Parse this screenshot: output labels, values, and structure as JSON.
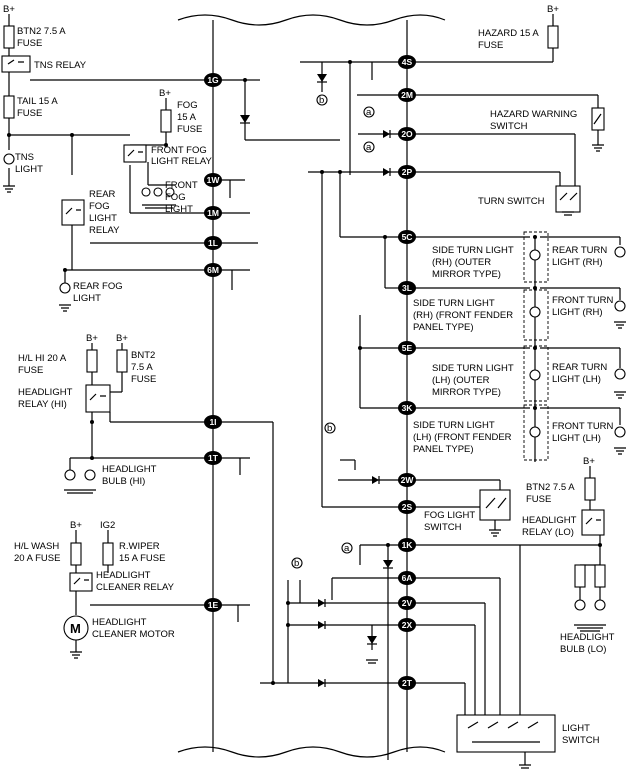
{
  "labels": {
    "bplus": "B+",
    "ig2": "IG2",
    "btn2_fuse": [
      "BTN2 7.5 A",
      "FUSE"
    ],
    "tns_relay": "TNS RELAY",
    "tail_fuse": [
      "TAIL 15 A",
      "FUSE"
    ],
    "tns_light": [
      "TNS",
      "LIGHT"
    ],
    "fog_fuse": [
      "FOG",
      "15 A",
      "FUSE"
    ],
    "front_fog_relay": [
      "FRONT FOG",
      "LIGHT RELAY"
    ],
    "front_fog_light": [
      "FRONT",
      "FOG",
      "LIGHT"
    ],
    "rear_fog_relay": [
      "REAR",
      "FOG",
      "LIGHT",
      "RELAY"
    ],
    "rear_fog_light": [
      "REAR FOG",
      "LIGHT"
    ],
    "hl_hi_fuse": [
      "H/L HI 20 A",
      "FUSE"
    ],
    "bnt2_fuse": [
      "BNT2",
      "7.5 A",
      "FUSE"
    ],
    "headlight_relay_hi": [
      "HEADLIGHT",
      "RELAY (HI)"
    ],
    "headlight_bulb_hi": [
      "HEADLIGHT",
      "BULB (HI)"
    ],
    "hl_wash_fuse": [
      "H/L WASH",
      "20 A FUSE"
    ],
    "rwiper_fuse": [
      "R.WIPER",
      "15 A FUSE"
    ],
    "headlight_cleaner_relay": [
      "HEADLIGHT",
      "CLEANER RELAY"
    ],
    "headlight_cleaner_motor": [
      "HEADLIGHT",
      "CLEANER MOTOR"
    ],
    "motor_symbol": "M",
    "hazard_fuse": [
      "HAZARD 15 A",
      "FUSE"
    ],
    "hazard_switch": [
      "HAZARD WARNING",
      "SWITCH"
    ],
    "turn_switch": "TURN SWITCH",
    "side_rh_outer": [
      "SIDE TURN LIGHT",
      "(RH) (OUTER",
      "MIRROR TYPE)"
    ],
    "rear_turn_rh": [
      "REAR TURN",
      "LIGHT (RH)"
    ],
    "side_rh_fender": [
      "SIDE TURN LIGHT",
      "(RH) (FRONT FENDER",
      "PANEL TYPE)"
    ],
    "front_turn_rh": [
      "FRONT TURN",
      "LIGHT (RH)"
    ],
    "side_lh_outer": [
      "SIDE TURN LIGHT",
      "(LH) (OUTER",
      "MIRROR TYPE)"
    ],
    "rear_turn_lh": [
      "REAR TURN",
      "LIGHT (LH)"
    ],
    "side_lh_fender": [
      "SIDE TURN LIGHT",
      "(LH) (FRONT FENDER",
      "PANEL TYPE)"
    ],
    "front_turn_lh": [
      "FRONT TURN",
      "LIGHT (LH)"
    ],
    "fog_switch": [
      "FOG LIGHT",
      "SWITCH"
    ],
    "btn2_fuse_lo": [
      "BTN2 7.5 A",
      "FUSE"
    ],
    "headlight_relay_lo": [
      "HEADLIGHT",
      "RELAY (LO)"
    ],
    "headlight_bulb_lo": [
      "HEADLIGHT",
      "BULB (LO)"
    ],
    "light_switch": [
      "LIGHT",
      "SWITCH"
    ],
    "ref_a": "a",
    "ref_b": "b"
  },
  "left_pins": [
    "1G",
    "1W",
    "1M",
    "1L",
    "6M",
    "1I",
    "1T",
    "1E"
  ],
  "right_pins": [
    "4S",
    "2M",
    "2O",
    "2P",
    "5C",
    "3L",
    "5E",
    "3K",
    "2W",
    "2S",
    "1K",
    "6A",
    "2V",
    "2X",
    "2T"
  ]
}
